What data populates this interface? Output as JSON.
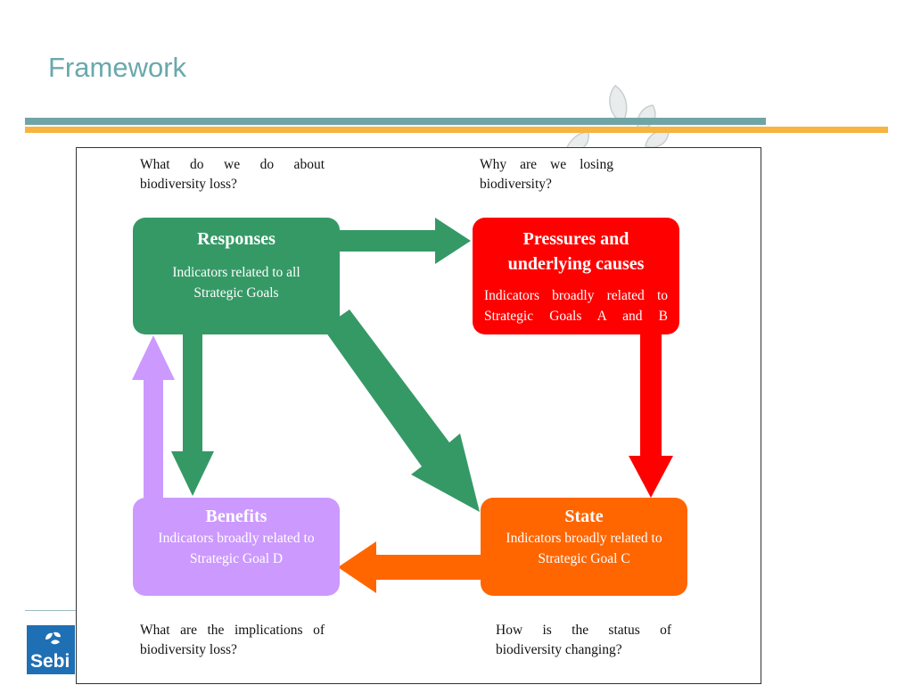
{
  "slide": {
    "title": "Framework"
  },
  "logo": {
    "text": "Sebi"
  },
  "questions": {
    "top_left": "What do we do about biodiversity loss?",
    "top_right": "Why are we losing biodiversity?",
    "bottom_left": "What are the implications of biodiversity loss?",
    "bottom_right": "How is the status of biodiversity changing?"
  },
  "boxes": {
    "responses": {
      "title": "Responses",
      "desc": "Indicators related to all Strategic Goals",
      "color": "#359966"
    },
    "pressures": {
      "title": "Pressures and underlying causes",
      "desc": "Indicators broadly related to Strategic Goals A and B",
      "color": "#ff0000"
    },
    "benefits": {
      "title": "Benefits",
      "desc": "Indicators broadly related to Strategic Goal D",
      "color": "#cc99ff"
    },
    "state": {
      "title": "State",
      "desc": "Indicators broadly related to Strategic Goal C",
      "color": "#ff6600"
    }
  },
  "colors": {
    "title": "#6aa8ad",
    "teal_bar": "#6fa5a4",
    "orange_bar": "#f8b440",
    "logo": "#1f6fb5"
  }
}
